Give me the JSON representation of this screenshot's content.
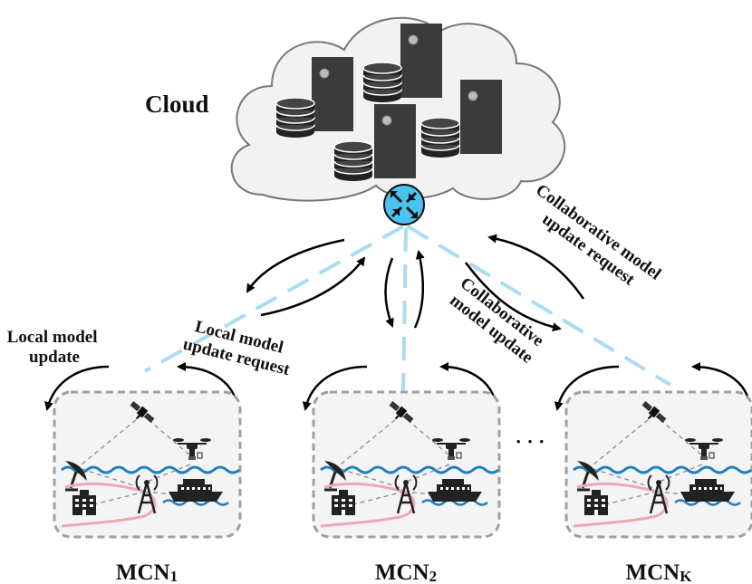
{
  "cloud": {
    "label": "Cloud"
  },
  "edge_labels": {
    "local_update": [
      "Local model",
      "update"
    ],
    "local_update_request": [
      "Local model",
      "update request"
    ],
    "collab_update": [
      "Collaborative",
      "model update"
    ],
    "collab_update_request": [
      "Collaborative model",
      "update request"
    ]
  },
  "networks": [
    {
      "name": "MCN",
      "sub": "1"
    },
    {
      "name": "MCN",
      "sub": "2"
    },
    {
      "name": "MCN",
      "sub": "K"
    }
  ],
  "ellipsis": "· · ·",
  "colors": {
    "link_dash": "#a9dcf2",
    "router_fill": "#4cc2ee",
    "server": "#3b3b3b",
    "sea": "#1f7fc0",
    "fiber": "#f0a7b4",
    "panel_fill": "#f4f4f4",
    "panel_border": "#a0a0a0"
  },
  "icons": [
    "cloud-icon",
    "server-icon",
    "database-icon",
    "router-icon",
    "satellite-icon",
    "drone-icon",
    "ship-icon",
    "building-icon",
    "antenna-tower-icon",
    "satellite-dish-icon"
  ]
}
